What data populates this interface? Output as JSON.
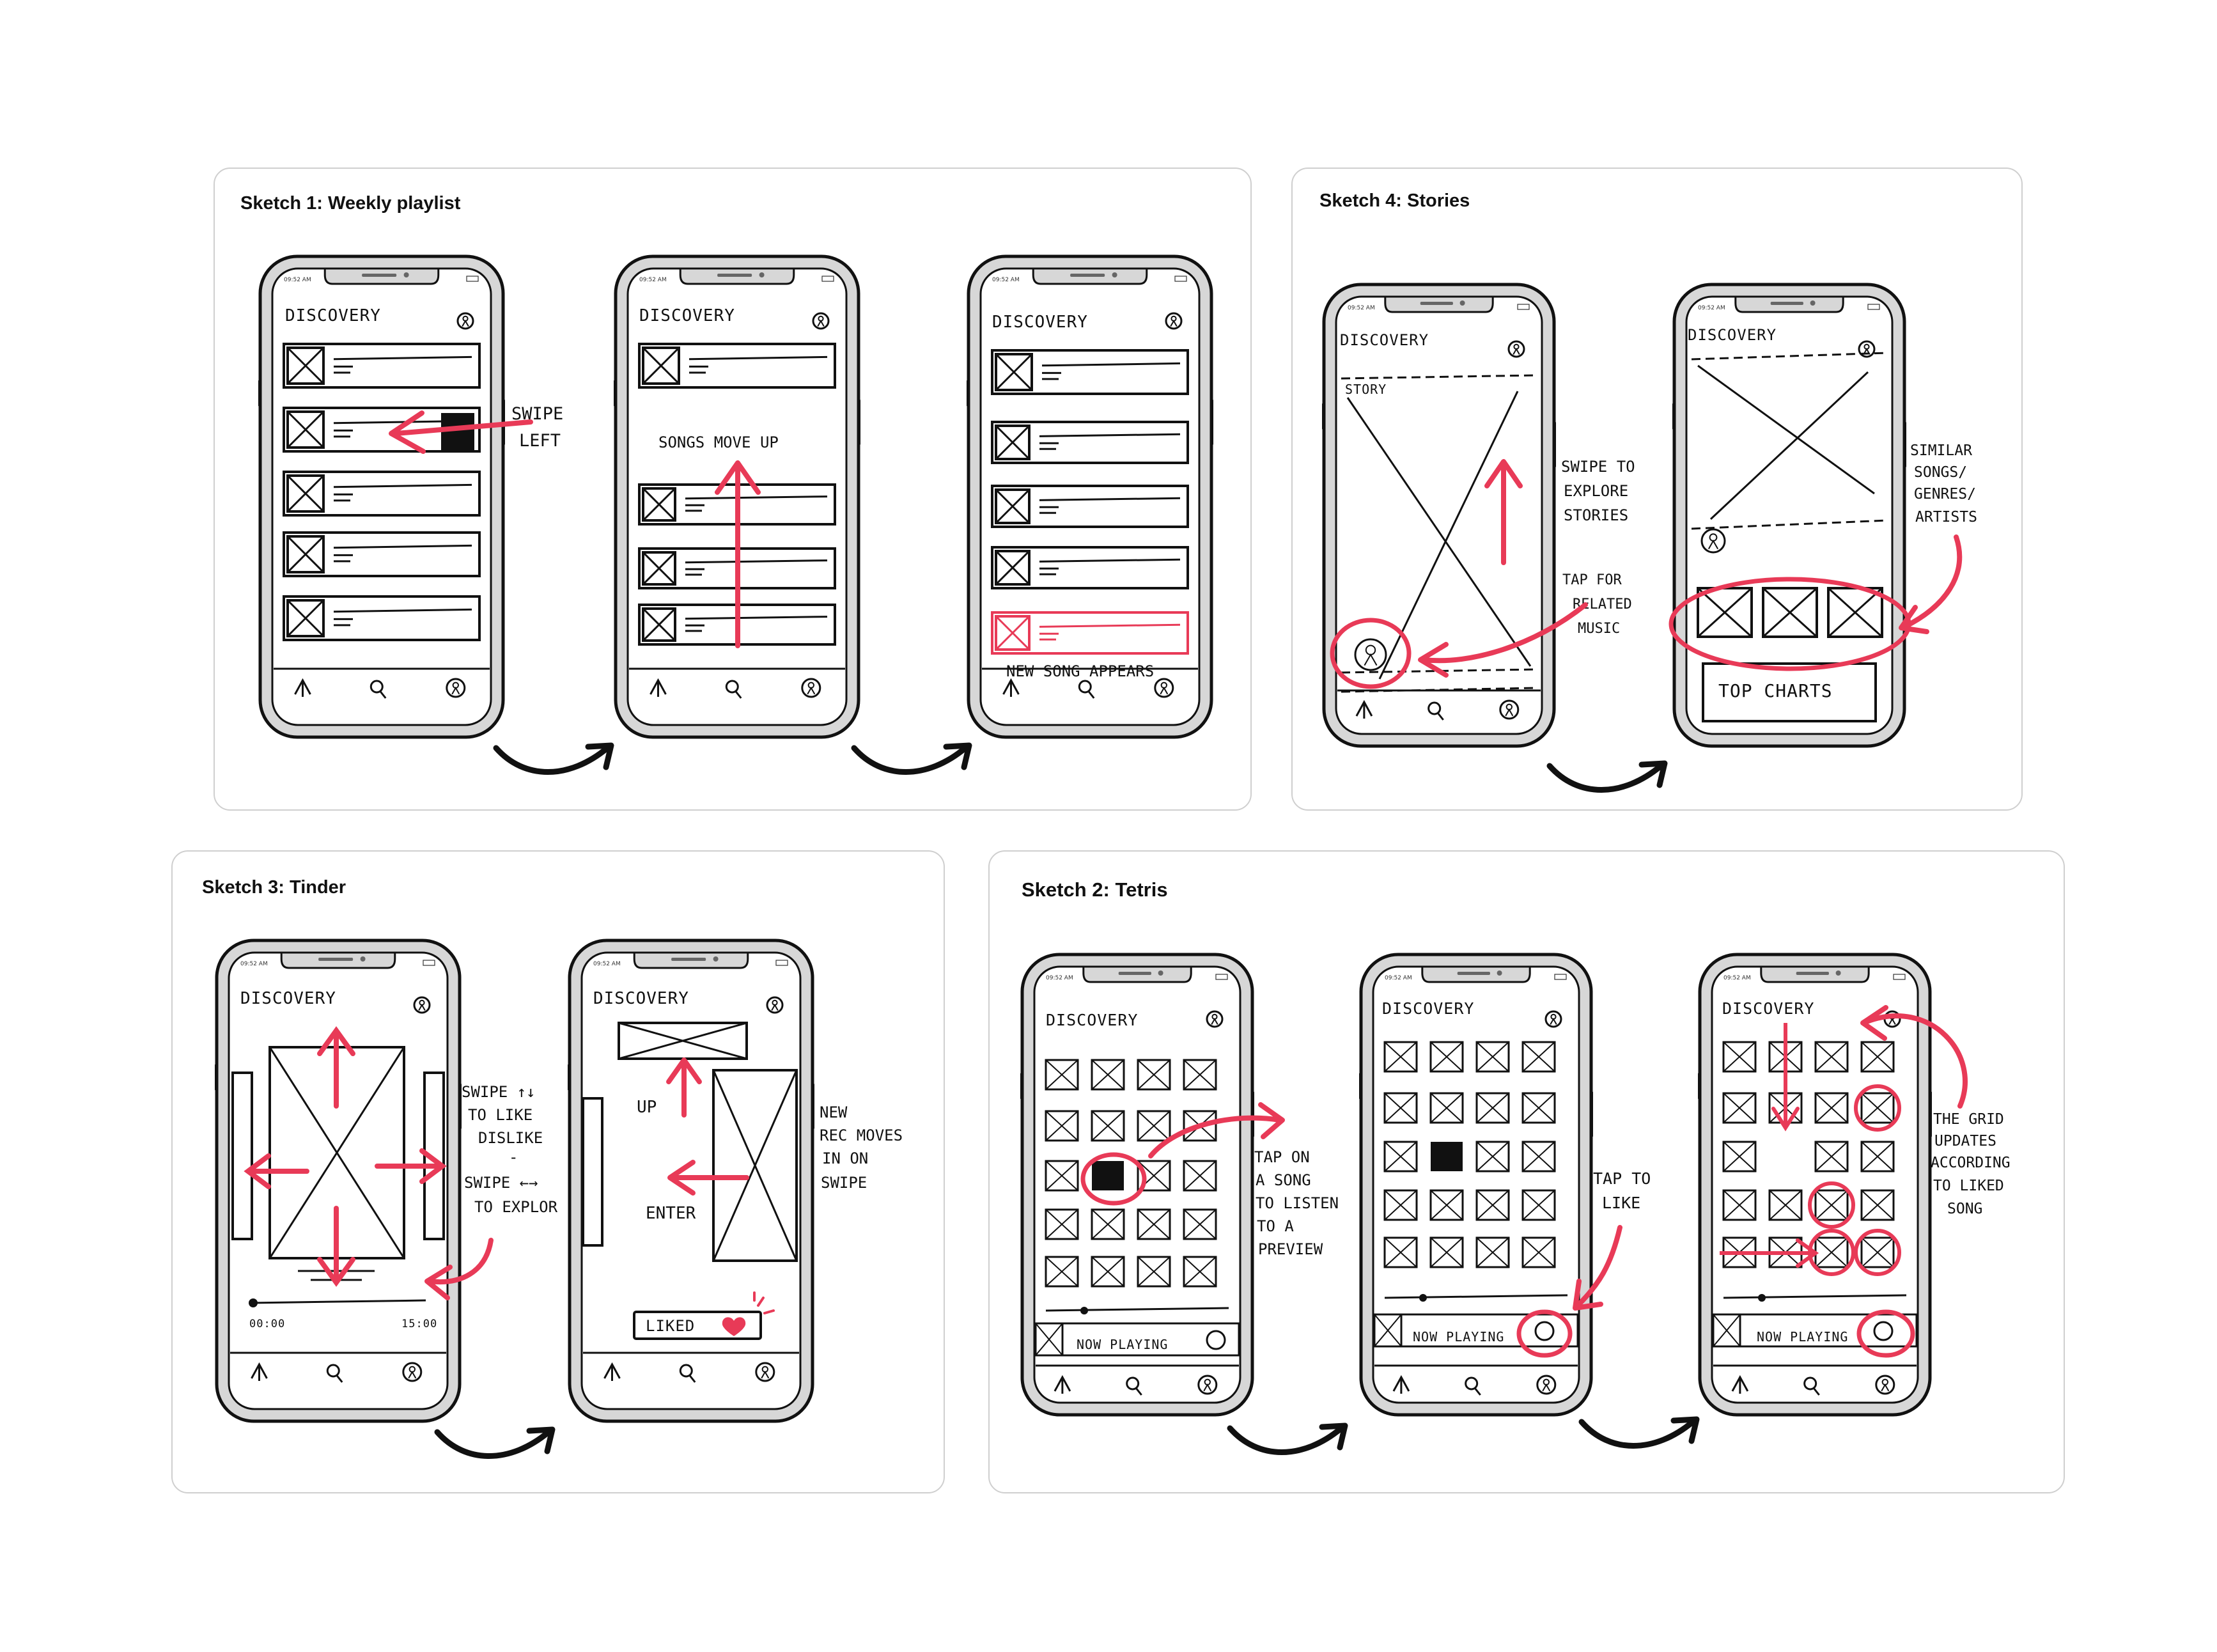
{
  "colors": {
    "ink": "#111111",
    "accent": "#e83a57",
    "card_border": "#cfcfcf",
    "phone_body": "#d7d7d7"
  },
  "sketch1": {
    "title": "Sketch 1: Weekly playlist",
    "phone_header": "DISCOVERY",
    "status_time": "09:52 AM",
    "note_swipe": [
      "SWIPE",
      "LEFT"
    ],
    "note_songs_move_up": "SONGS MOVE UP",
    "note_new_song": "NEW SONG APPEARS"
  },
  "sketch4": {
    "title": "Sketch 4: Stories",
    "phone_header": "DISCOVERY",
    "status_time": "09:52 AM",
    "label_story": "STORY",
    "note_swipe": [
      "SWIPE TO",
      "EXPLORE",
      "STORIES"
    ],
    "note_tap": [
      "TAP FOR",
      "RELATED",
      "MUSIC"
    ],
    "note_similar": [
      "SIMILAR",
      "SONGS/",
      "GENRES/",
      "ARTISTS"
    ],
    "label_top_charts": "TOP CHARTS"
  },
  "sketch3": {
    "title": "Sketch 3: Tinder",
    "phone_header": "DISCOVERY",
    "status_time": "09:52 AM",
    "note_swipe": [
      "SWIPE ↑↓",
      "TO LIKE",
      "DISLIKE",
      "-",
      "SWIPE ←→",
      "TO EXPLOR"
    ],
    "time_start": "00:00",
    "time_end": "15:00",
    "label_up": "UP",
    "label_enter": "ENTER",
    "label_liked": "LIKED",
    "note_new_rec": [
      "NEW",
      "REC MOVES",
      "IN ON",
      "SWIPE"
    ]
  },
  "sketch2": {
    "title": "Sketch 2: Tetris",
    "phone_header": "DISCOVERY",
    "status_time": "09:52 AM",
    "label_now_playing": "NOW PLAYING",
    "note_tap_song": [
      "TAP ON",
      "A SONG",
      "TO LISTEN",
      "TO A",
      "PREVIEW"
    ],
    "note_tap_like": [
      "TAP TO",
      "LIKE"
    ],
    "note_grid": [
      "THE GRID",
      "UPDATES",
      "ACCORDING",
      "TO LIKED",
      "SONG"
    ]
  }
}
